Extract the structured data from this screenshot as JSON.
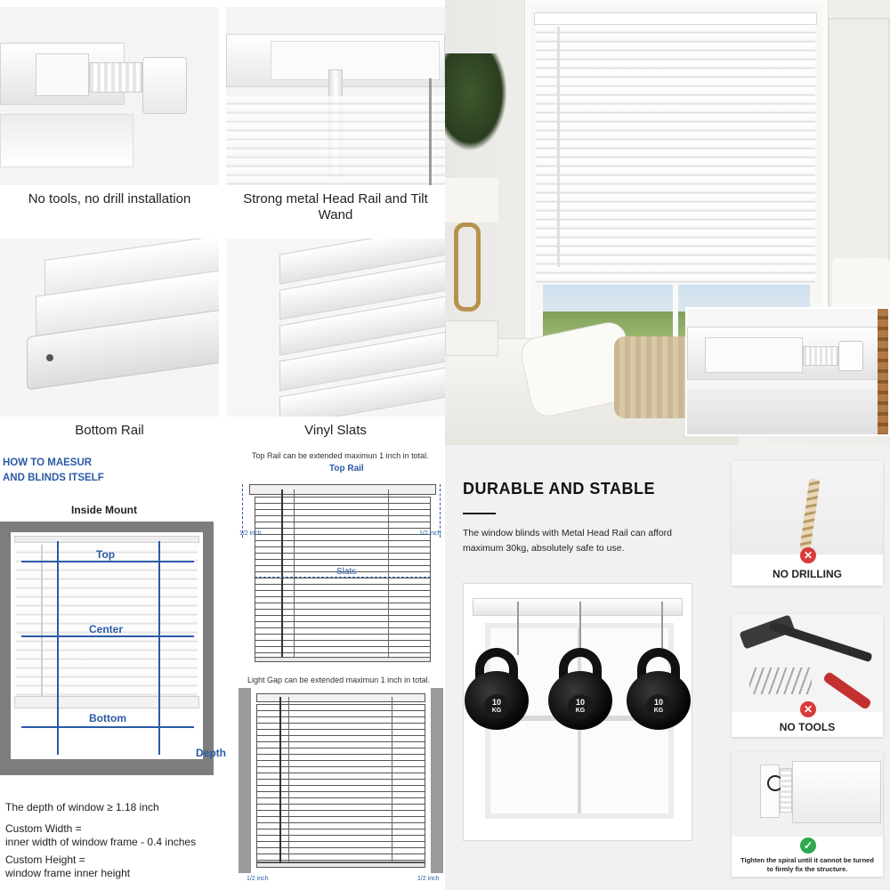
{
  "top_panels": {
    "install_caption": "No tools, no drill installation",
    "headrail_caption": "Strong metal Head Rail and Tilt Wand",
    "bottom_rail_caption": "Bottom Rail",
    "vinyl_slats_caption": "Vinyl Slats"
  },
  "measure": {
    "heading_line1": "HOW TO MAESUR",
    "heading_line2": "AND BLINDS ITSELF",
    "inside_mount": "Inside Mount",
    "label_top": "Top",
    "label_center": "Center",
    "label_bottom": "Bottom",
    "label_depth": "Depth",
    "depth_note": "The depth of window ≥ 1.18 inch",
    "custom_width_label": "Custom Width =",
    "custom_width_formula": "inner width of window frame - 0.4 inches",
    "custom_height_label": "Custom Height =",
    "custom_height_formula": "window frame inner height"
  },
  "diagrams": {
    "top_rail_note": "Top Rail can be extended maximun 1 inch in total.",
    "top_rail_label": "Top Rail",
    "slats_label": "Slats",
    "half_inch": "1/2 inch",
    "light_gap_note": "Light Gap can be extended maximun 1 inch in total."
  },
  "durable": {
    "title": "DURABLE AND STABLE",
    "description": "The window blinds with Metal Head Rail can afford maximum 30kg, absolutely safe to use.",
    "kettlebell_label": "10",
    "kettlebell_unit": "KG"
  },
  "features": {
    "no_drilling": "NO DRILLING",
    "no_tools": "NO TOOLS",
    "spiral_note": "Tighten the spiral until it cannot be turned to firmly fix the structure."
  }
}
